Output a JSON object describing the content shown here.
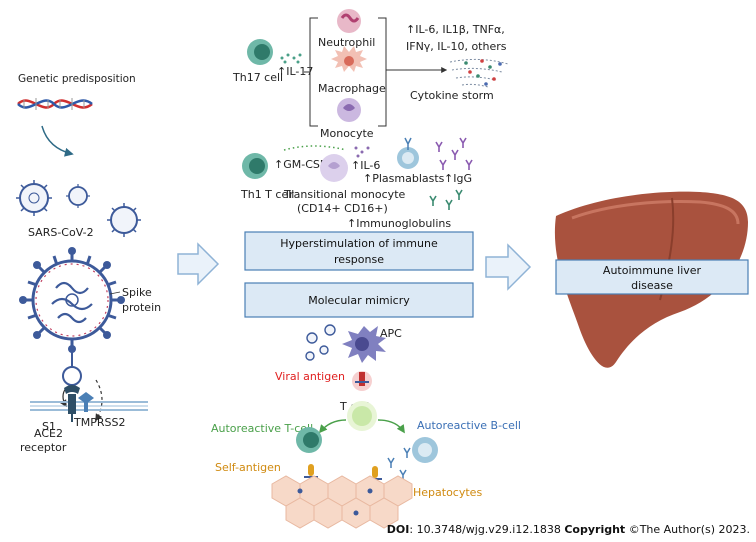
{
  "labels": {
    "genetic": "Genetic predisposition",
    "sars": "SARS-CoV-2",
    "spike1": "Spike",
    "spike2": "protein",
    "s1": "S1",
    "ace2a": "ACE2",
    "ace2b": "receptor",
    "tmprss2": "TMPRSS2",
    "th17": "Th17 cell",
    "il17": "↑IL-17",
    "neutrophil": "Neutrophil",
    "macrophage": "Macrophage",
    "monocyte": "Monocyte",
    "cyto1": "↑IL-6, IL1β, TNFα,",
    "cyto2": "IFNγ, IL-10, others",
    "storm": "Cytokine storm",
    "gmcsf": "↑GM-CSF",
    "th1": "Th1 T cell",
    "il6": "↑IL-6",
    "plasmablasts": "↑Plasmablasts",
    "igg": "↑IgG",
    "transmono": "Transitional monocyte",
    "cd": "(CD14+ CD16+)",
    "immunoglobulins": "↑Immunoglobulins",
    "box1a": "Hyperstimulation of immune",
    "box1b": "response",
    "box2": "Molecular mimicry",
    "box3a": "Autoimmune liver",
    "box3b": "disease",
    "apc": "APC",
    "viral": "Viral antigen",
    "tcell": "T cell",
    "autoT": "Autoreactive T-cell",
    "autoB": "Autoreactive B-cell",
    "selfag": "Self-antigen",
    "hepatocytes": "Hepatocytes"
  },
  "footer": {
    "doi_label": "DOI",
    "doi_value": ": 10.3748/wjg.v29.i12.1838 ",
    "copyright_label": "Copyright",
    "copyright_value": " ©The Author(s) 2023."
  },
  "colors": {
    "box_fill": "#dce9f5",
    "box_stroke": "#4a7fb5",
    "viral": "#e02020",
    "autoT": "#4aa04a",
    "autoB": "#3a6fb5",
    "selfag": "#d08a10",
    "hepatocytes": "#d08a10",
    "liver": "#a9523e",
    "virus": "#3d5a9a"
  }
}
